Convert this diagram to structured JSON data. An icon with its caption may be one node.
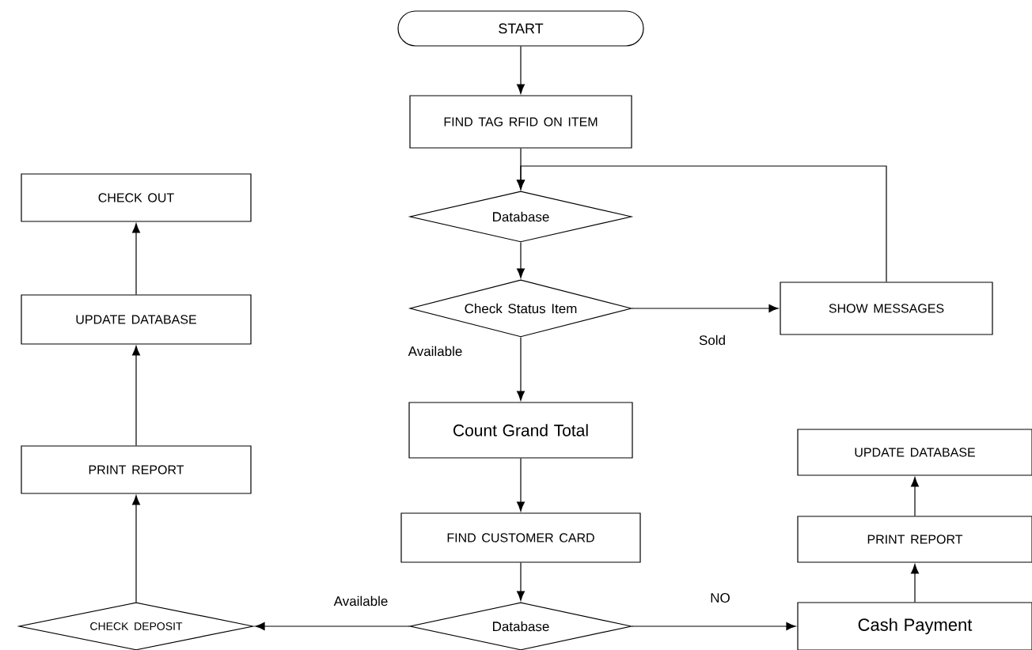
{
  "diagram": {
    "nodes": [
      {
        "text": [
          "START"
        ]
      },
      {
        "text": [
          "FIND TAG RFID ON ITEM"
        ]
      },
      {
        "text": [
          "Database"
        ]
      },
      {
        "text": [
          "Check Status Item"
        ]
      },
      {
        "text": [
          "SHOW MESSAGES"
        ]
      },
      {
        "text": [
          "Count Grand Total"
        ]
      },
      {
        "text": [
          "FIND CUSTOMER CARD"
        ]
      },
      {
        "text": [
          "Database"
        ]
      },
      {
        "text": [
          "Cash Payment"
        ]
      },
      {
        "text": [
          "PRINT REPORT"
        ]
      },
      {
        "text": [
          "UPDATE DATABASE"
        ]
      },
      {
        "text": [
          "CHECK DEPOSIT"
        ]
      },
      {
        "text": [
          "PRINT REPORT"
        ]
      },
      {
        "text": [
          "UPDATE DATABASE"
        ]
      },
      {
        "text": [
          "CHECK OUT"
        ]
      }
    ],
    "edges": [
      {
        "from": 0,
        "to": 1,
        "arrow": "to"
      },
      {
        "from": 1,
        "to": 2,
        "arrow": "to"
      },
      {
        "from": 2,
        "to": 3,
        "arrow": "to"
      },
      {
        "from": 3,
        "to": 4,
        "arrow": "to",
        "label": "Sold"
      },
      {
        "from": 4,
        "to": 2,
        "arrow": "to"
      },
      {
        "from": 3,
        "to": 5,
        "arrow": "to",
        "label": "Available"
      },
      {
        "from": 5,
        "to": 6,
        "arrow": "to"
      },
      {
        "from": 6,
        "to": 7,
        "arrow": "to"
      },
      {
        "from": 7,
        "to": 8,
        "arrow": "to",
        "label": "NO"
      },
      {
        "from": 8,
        "to": 9,
        "arrow": "to"
      },
      {
        "from": 9,
        "to": 10,
        "arrow": "to"
      },
      {
        "from": 7,
        "to": 11,
        "arrow": "to",
        "label": "Available"
      },
      {
        "from": 11,
        "to": 12,
        "arrow": "to"
      },
      {
        "from": 12,
        "to": 13,
        "arrow": "to"
      },
      {
        "from": 13,
        "to": 14,
        "arrow": "to"
      }
    ]
  }
}
